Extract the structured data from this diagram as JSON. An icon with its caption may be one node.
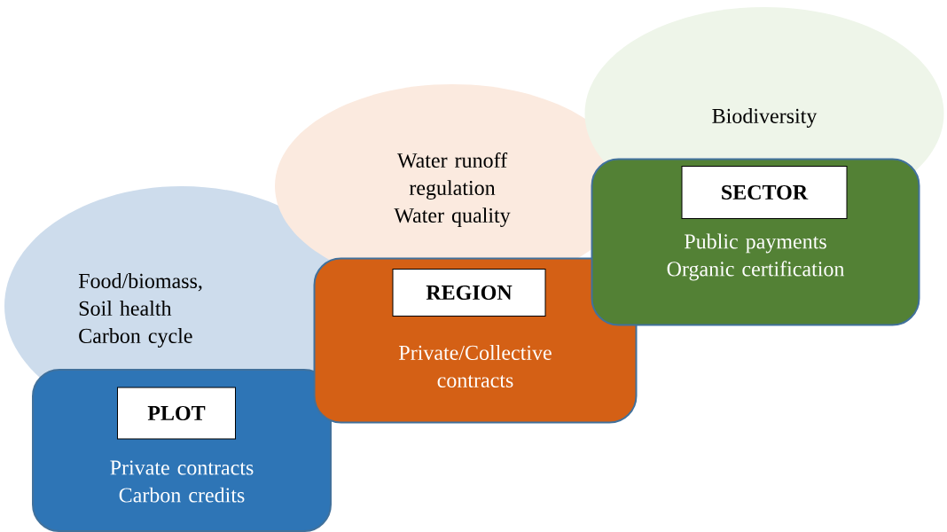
{
  "diagram": {
    "nodes": [
      {
        "text": [
          "Food/biomass, Soil health Carbon cycle"
        ]
      },
      {
        "text": [
          "Private contracts Carbon credits"
        ]
      },
      {
        "text": [
          "PLOT"
        ],
        "in": 1
      },
      {
        "text": [
          "Water runoff regulation Water quality"
        ]
      },
      {
        "text": [
          "Private/Collective contracts"
        ]
      },
      {
        "text": [
          "REGION"
        ],
        "in": 4
      },
      {
        "text": [
          "Biodiversity"
        ]
      },
      {
        "text": [
          "Public payments Organic certification"
        ]
      },
      {
        "text": [
          "SECTOR"
        ]
      }
    ]
  }
}
